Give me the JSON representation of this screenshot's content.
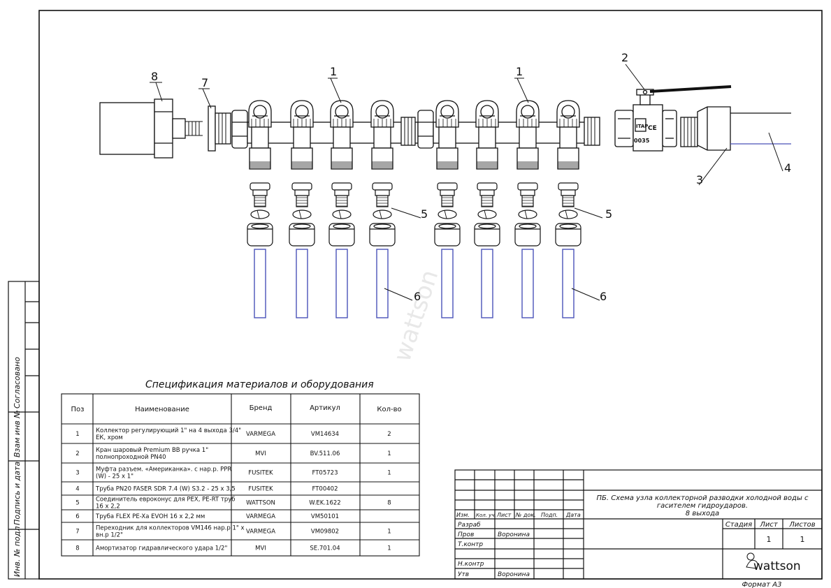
{
  "callouts": {
    "c1a": "1",
    "c1b": "1",
    "c2": "2",
    "c3": "3",
    "c4": "4",
    "c5a": "5",
    "c5b": "5",
    "c6a": "6",
    "c6b": "6",
    "c7": "7",
    "c8": "8"
  },
  "valve_marks": {
    "brand": "ITAP",
    "ce": "CE",
    "code": "0035"
  },
  "watermark": "wattson",
  "side_stamp": {
    "agreed": "Согласовано",
    "inv_vzam": "Взам инв №",
    "sign_date": "Подпись и дата",
    "inv_orig": "Инв. № подл"
  },
  "spec": {
    "title": "Спецификация материалов и оборудования",
    "headers": {
      "pos": "Поз",
      "name": "Наименование",
      "brand": "Бренд",
      "article": "Артикул",
      "qty": "Кол-во"
    },
    "rows": [
      {
        "pos": "1",
        "name1": "Коллектор регулирующий 1\" на 4 выхода 3/4\"",
        "name2": "ЕК, хром",
        "brand": "VARMEGA",
        "article": "VM14634",
        "qty": "2"
      },
      {
        "pos": "2",
        "name1": "Кран шаровый Premium ВВ ручка 1\"",
        "name2": "полнопроходной PN40",
        "brand": "MVI",
        "article": "BV.511.06",
        "qty": "1"
      },
      {
        "pos": "3",
        "name1": "Муфта разъем. «Американка». с нар.р. PPR",
        "name2": "(W) - 25 x 1\"",
        "brand": "FUSITEK",
        "article": "FT05723",
        "qty": "1"
      },
      {
        "pos": "4",
        "name1": "Труба PN20 FASER SDR 7.4 (W) S3.2 - 25 х 3,5",
        "name2": "",
        "brand": "FUSITEK",
        "article": "FT00402",
        "qty": ""
      },
      {
        "pos": "5",
        "name1": "Соединитель евроконус для PEX, PE-RT труб",
        "name2": "16 х 2,2",
        "brand": "WATTSON",
        "article": "W.EK.1622",
        "qty": "8"
      },
      {
        "pos": "6",
        "name1": "Труба FLEX PE-Xa EVOH 16 х 2,2 мм",
        "name2": "",
        "brand": "VARMEGA",
        "article": "VM50101",
        "qty": ""
      },
      {
        "pos": "7",
        "name1": "Переходник для коллекторов VM146 нар.р 1\" х",
        "name2": "вн.р 1/2\"",
        "brand": "VARMEGA",
        "article": "VM09802",
        "qty": "1"
      },
      {
        "pos": "8",
        "name1": "Амортизатор гидравлического удара 1/2\"",
        "name2": "",
        "brand": "MVI",
        "article": "SE.701.04",
        "qty": "1"
      }
    ]
  },
  "stamp": {
    "title1": "ПБ. Схема узла коллекторной разводки холодной воды с",
    "title2": "гасителем гидроударов.",
    "title3": "8 выхода",
    "col_izm": "Изм.",
    "col_kol": "Кол. уч.",
    "col_list": "Лист",
    "col_doc": "№ док.",
    "col_podp": "Подп.",
    "col_data": "Дата",
    "razrab": "Разраб",
    "prov": "Пров",
    "tkontr": "Т.контр",
    "nkontr": "Н.контр",
    "utv": "Утв",
    "prov_name": "Воронина",
    "utv_name": "Воронина",
    "stadiya": "Стадия",
    "list": "Лист",
    "listov": "Листов",
    "list_val": "1",
    "listov_val": "1",
    "logo": "wattson",
    "format": "Формат А3"
  }
}
